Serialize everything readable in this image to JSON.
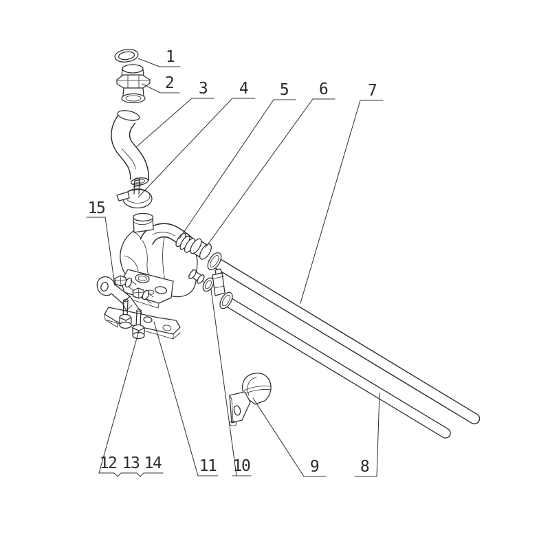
{
  "diagram": {
    "background_color": "#ffffff",
    "line_color": "#2f2f2f",
    "text_color": "#2b2b2b",
    "callouts": [
      {
        "id": 1,
        "label": "1"
      },
      {
        "id": 2,
        "label": "2"
      },
      {
        "id": 3,
        "label": "3"
      },
      {
        "id": 4,
        "label": "4"
      },
      {
        "id": 5,
        "label": "5"
      },
      {
        "id": 6,
        "label": "6"
      },
      {
        "id": 7,
        "label": "7"
      },
      {
        "id": 8,
        "label": "8"
      },
      {
        "id": 9,
        "label": "9"
      },
      {
        "id": 10,
        "label": "10"
      },
      {
        "id": 11,
        "label": "11"
      },
      {
        "id": 12,
        "label": "12"
      },
      {
        "id": 13,
        "label": "13"
      },
      {
        "id": 14,
        "label": "14"
      },
      {
        "id": 15,
        "label": "15"
      }
    ]
  }
}
